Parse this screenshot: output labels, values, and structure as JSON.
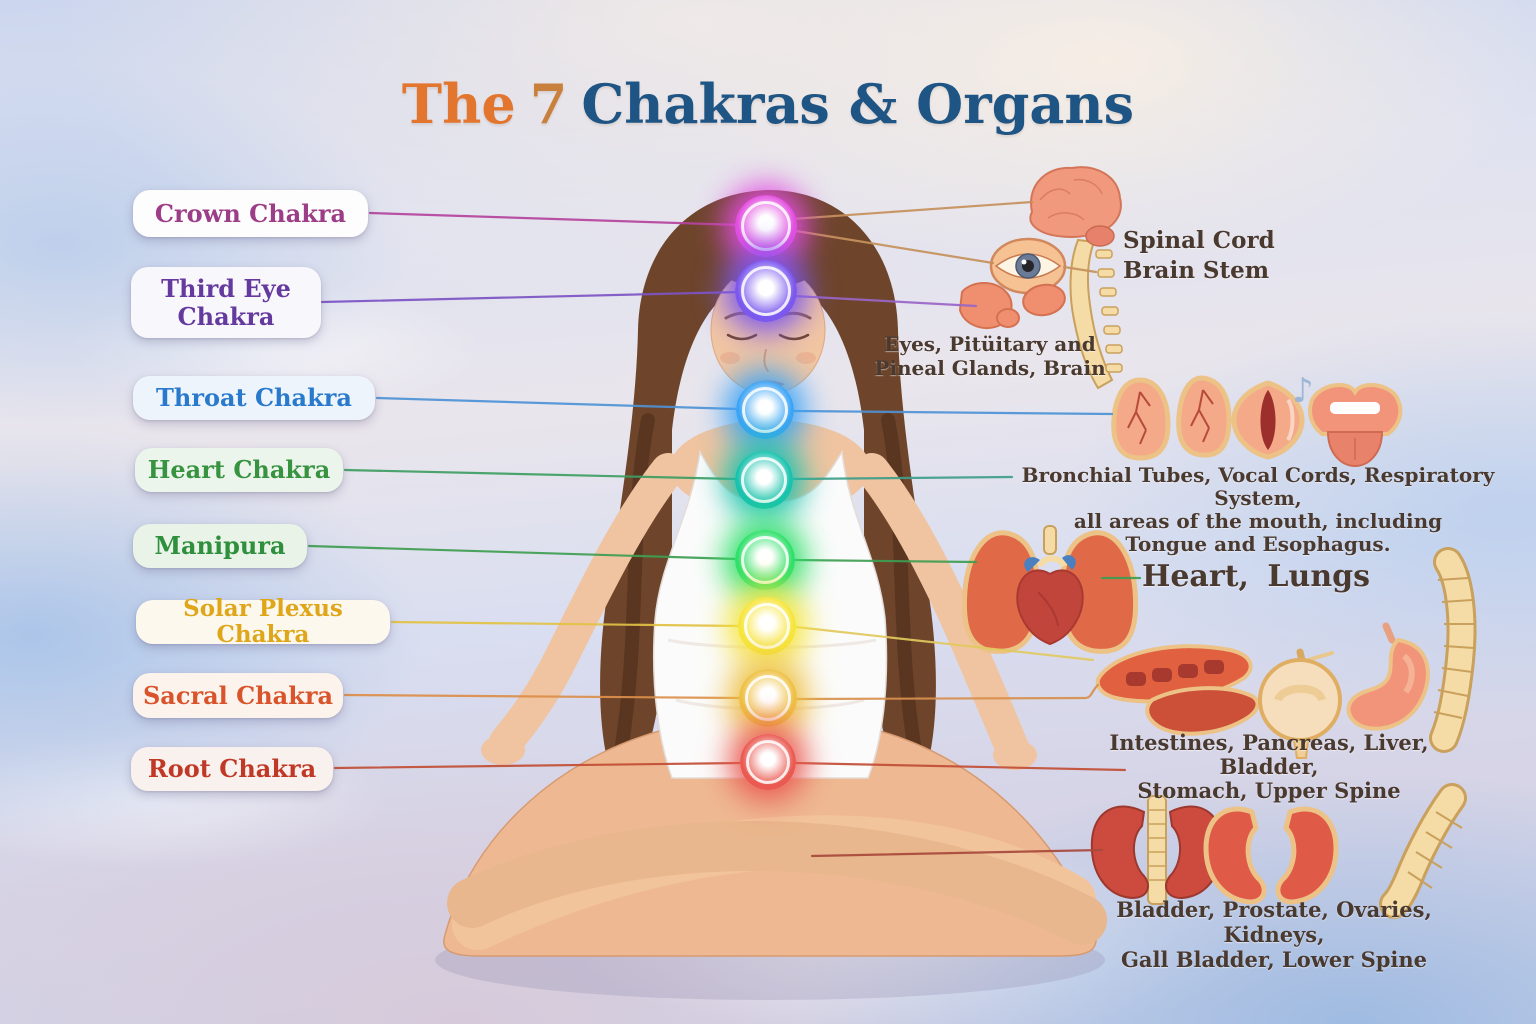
{
  "title": {
    "the": "The",
    "seven": "7",
    "main": "Chakras & Organs",
    "accent_color": "#e2762f",
    "seven_color": "#c8803c",
    "main_color": "#1f5584"
  },
  "chakra_labels": [
    {
      "label": "Crown Chakra",
      "text_color": "#9c3d87",
      "line_color": "#b5449e",
      "orb_color": "#e34fe0"
    },
    {
      "label": "Third Eye Chakra",
      "text_color": "#653a9e",
      "line_color": "#7d54c4",
      "orb_color": "#7b58ee"
    },
    {
      "label": "Throat Chakra",
      "text_color": "#2979cc",
      "line_color": "#4f93d6",
      "orb_color": "#3da4f5"
    },
    {
      "label": "Heart Chakra",
      "text_color": "#37933f",
      "line_color": "#3f9e63",
      "orb_color": "#19c2ae"
    },
    {
      "label": "Manipura",
      "text_color": "#2e8f3c",
      "line_color": "#3f9e52",
      "orb_color": "#2fe06a"
    },
    {
      "label": "Solar Plexus Chakra",
      "text_color": "#dfa619",
      "line_color": "#e2c244",
      "orb_color": "#f6e53c"
    },
    {
      "label": "Sacral Chakra",
      "text_color": "#d9532b",
      "line_color": "#dc8f4a",
      "orb_color": "#eec043"
    },
    {
      "label": "Root Chakra",
      "text_color": "#c03927",
      "line_color": "#c24e36",
      "orb_color": "#ea5a52"
    }
  ],
  "organ_notes": [
    {
      "id": "spinal-cord",
      "lines": [
        "Spinal Cord",
        "Brain Stem"
      ]
    },
    {
      "id": "eyes-glands",
      "lines": [
        "Eyes, Pitüitary and",
        "Pineal Glands, Brain"
      ]
    },
    {
      "id": "bronchial",
      "lines": [
        "Bronchial Tubes, Vocal Cords, Respiratory System,",
        "all areas of the mouth, including",
        "Tongue and Esophagus."
      ]
    },
    {
      "id": "heart-lungs",
      "lines": [
        "Heart, Lungs"
      ]
    },
    {
      "id": "intestines",
      "lines": [
        "Intestines, Pancreas, Liver, Bladder,",
        "Stomach, Upper Spine"
      ]
    },
    {
      "id": "bladder",
      "lines": [
        "Bladder, Prostate, Ovaries, Kidneys,",
        "Gall Bladder, Lower Spine"
      ]
    }
  ],
  "glyphs": {
    "music_note": "♪"
  },
  "organ_icons": [
    "brain-and-brainstem",
    "eye",
    "pituitary-pineal-glands",
    "bronchial-tubes",
    "vocal-cords",
    "music-note",
    "mouth-tongue",
    "heart-and-lungs",
    "liver",
    "bladder",
    "stomach",
    "upper-spine",
    "kidneys-with-spine",
    "kidneys-pair",
    "lower-spine"
  ],
  "figure": {
    "description": "woman meditating in lotus pose with 8 glowing chakra orbs along her body"
  }
}
